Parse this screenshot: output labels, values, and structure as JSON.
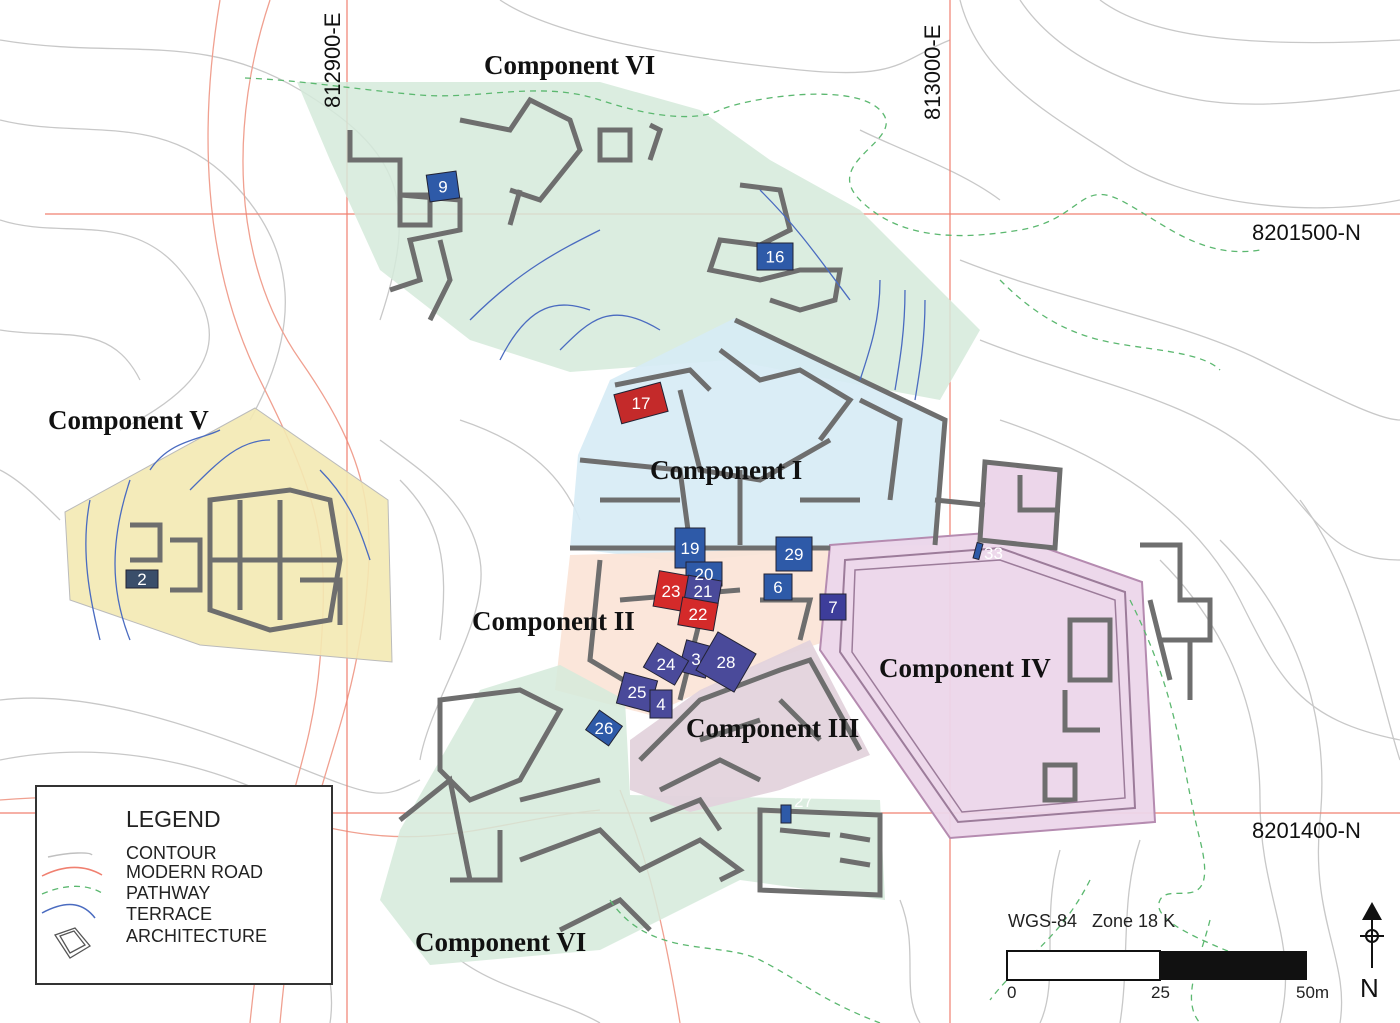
{
  "map": {
    "grid_labels": {
      "easting_1": "812900-E",
      "easting_2": "813000-E",
      "northing_1": "8201500-N",
      "northing_2": "8201400-N"
    },
    "components": {
      "vi_north": "Component VI",
      "v": "Component V",
      "i": "Component I",
      "ii": "Component II",
      "iii": "Component III",
      "iv": "Component IV",
      "vi_south": "Component VI"
    },
    "component_colors": {
      "i": "#d6ebf5",
      "ii": "#fbe3d6",
      "iii": "#e3d3dc",
      "iv": "#ecd6ea",
      "v": "#f3e9b3",
      "vi": "#d5eadb"
    },
    "units": [
      {
        "label": "9",
        "color": "#2e5aa8"
      },
      {
        "label": "16",
        "color": "#2e5aa8"
      },
      {
        "label": "17",
        "color": "#c42a2a"
      },
      {
        "label": "2",
        "color": "#3a4e6a"
      },
      {
        "label": "19",
        "color": "#2e5aa8"
      },
      {
        "label": "20",
        "color": "#2e5aa8"
      },
      {
        "label": "29",
        "color": "#2e5aa8"
      },
      {
        "label": "23",
        "color": "#d42a2a"
      },
      {
        "label": "21",
        "color": "#4a4a9a"
      },
      {
        "label": "22",
        "color": "#d42a2a"
      },
      {
        "label": "6",
        "color": "#2e5aa8"
      },
      {
        "label": "7",
        "color": "#3d3d9a"
      },
      {
        "label": "3",
        "color": "#4a4a9a"
      },
      {
        "label": "24",
        "color": "#4a4a9a"
      },
      {
        "label": "28",
        "color": "#4a4a9a"
      },
      {
        "label": "25",
        "color": "#4a4a9a"
      },
      {
        "label": "4",
        "color": "#4a4a9a"
      },
      {
        "label": "26",
        "color": "#2e5aa8"
      },
      {
        "label": "27",
        "color": "#2e5aa8"
      },
      {
        "label": "33",
        "color": "#2e5aa8"
      }
    ],
    "legend": {
      "title": "LEGEND",
      "items": [
        "CONTOUR",
        "MODERN ROAD",
        "PATHWAY",
        "TERRACE",
        "ARCHITECTURE"
      ]
    },
    "scale": {
      "datum": "WGS-84   Zone 18 K",
      "ticks": [
        "0",
        "25",
        "50m"
      ]
    },
    "north_label": "N"
  }
}
